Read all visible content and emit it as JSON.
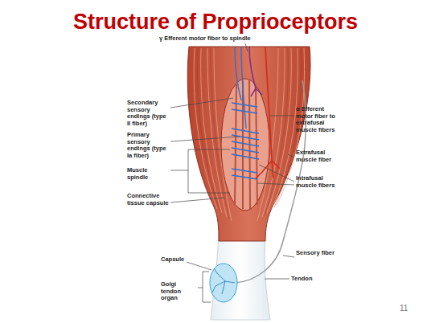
{
  "diagram": {
    "title": "Structure of Proprioceptors",
    "labels": [
      "γ Efferent motor fiber to spindle",
      "Secondary sensory endings (type II fiber)",
      "Primary sensory endings (type Ia fiber)",
      "Muscle spindle",
      "Connective tissue capsule",
      "α Efferent motor fiber to extrafusal muscle fibers",
      "Extrafusal muscle fiber",
      "Intrafusal muscle fibers",
      "Sensory fiber",
      "Tendon",
      "Capsule",
      "Golgi tendon organ",
      "11"
    ]
  }
}
